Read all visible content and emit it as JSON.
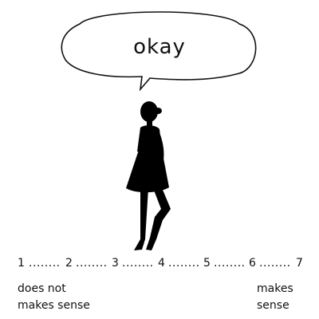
{
  "bubble": {
    "text": "okay"
  },
  "scale": {
    "points": [
      "1",
      "2",
      "3",
      "4",
      "5",
      "6",
      "7"
    ],
    "separator": "........"
  },
  "labels": {
    "left": [
      "does not",
      "makes sense"
    ],
    "right": [
      "makes",
      "sense"
    ]
  },
  "colors": {
    "ink": "#111111",
    "background": "#ffffff"
  }
}
